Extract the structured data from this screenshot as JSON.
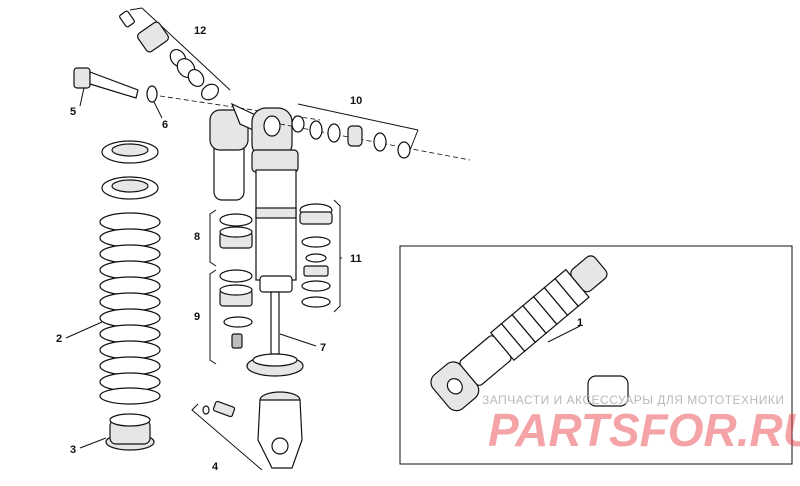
{
  "callouts": {
    "c1": "1",
    "c2": "2",
    "c3": "3",
    "c4": "4",
    "c5": "5",
    "c6": "6",
    "c7": "7",
    "c8": "8",
    "c9": "9",
    "c10": "10",
    "c11": "11",
    "c12": "12"
  },
  "watermark": {
    "tagline": "ЗАПЧАСТИ И АКСЕССУАРЫ ДЛЯ МОТОТЕХНИКИ",
    "brand": "PARTSFOR.RU"
  },
  "colors": {
    "line": "#111111",
    "fill_light": "#e6e6e6",
    "fill_mid": "#bdbdbd",
    "watermark_red": "#e8343b",
    "watermark_grey": "#b9b9b9"
  }
}
